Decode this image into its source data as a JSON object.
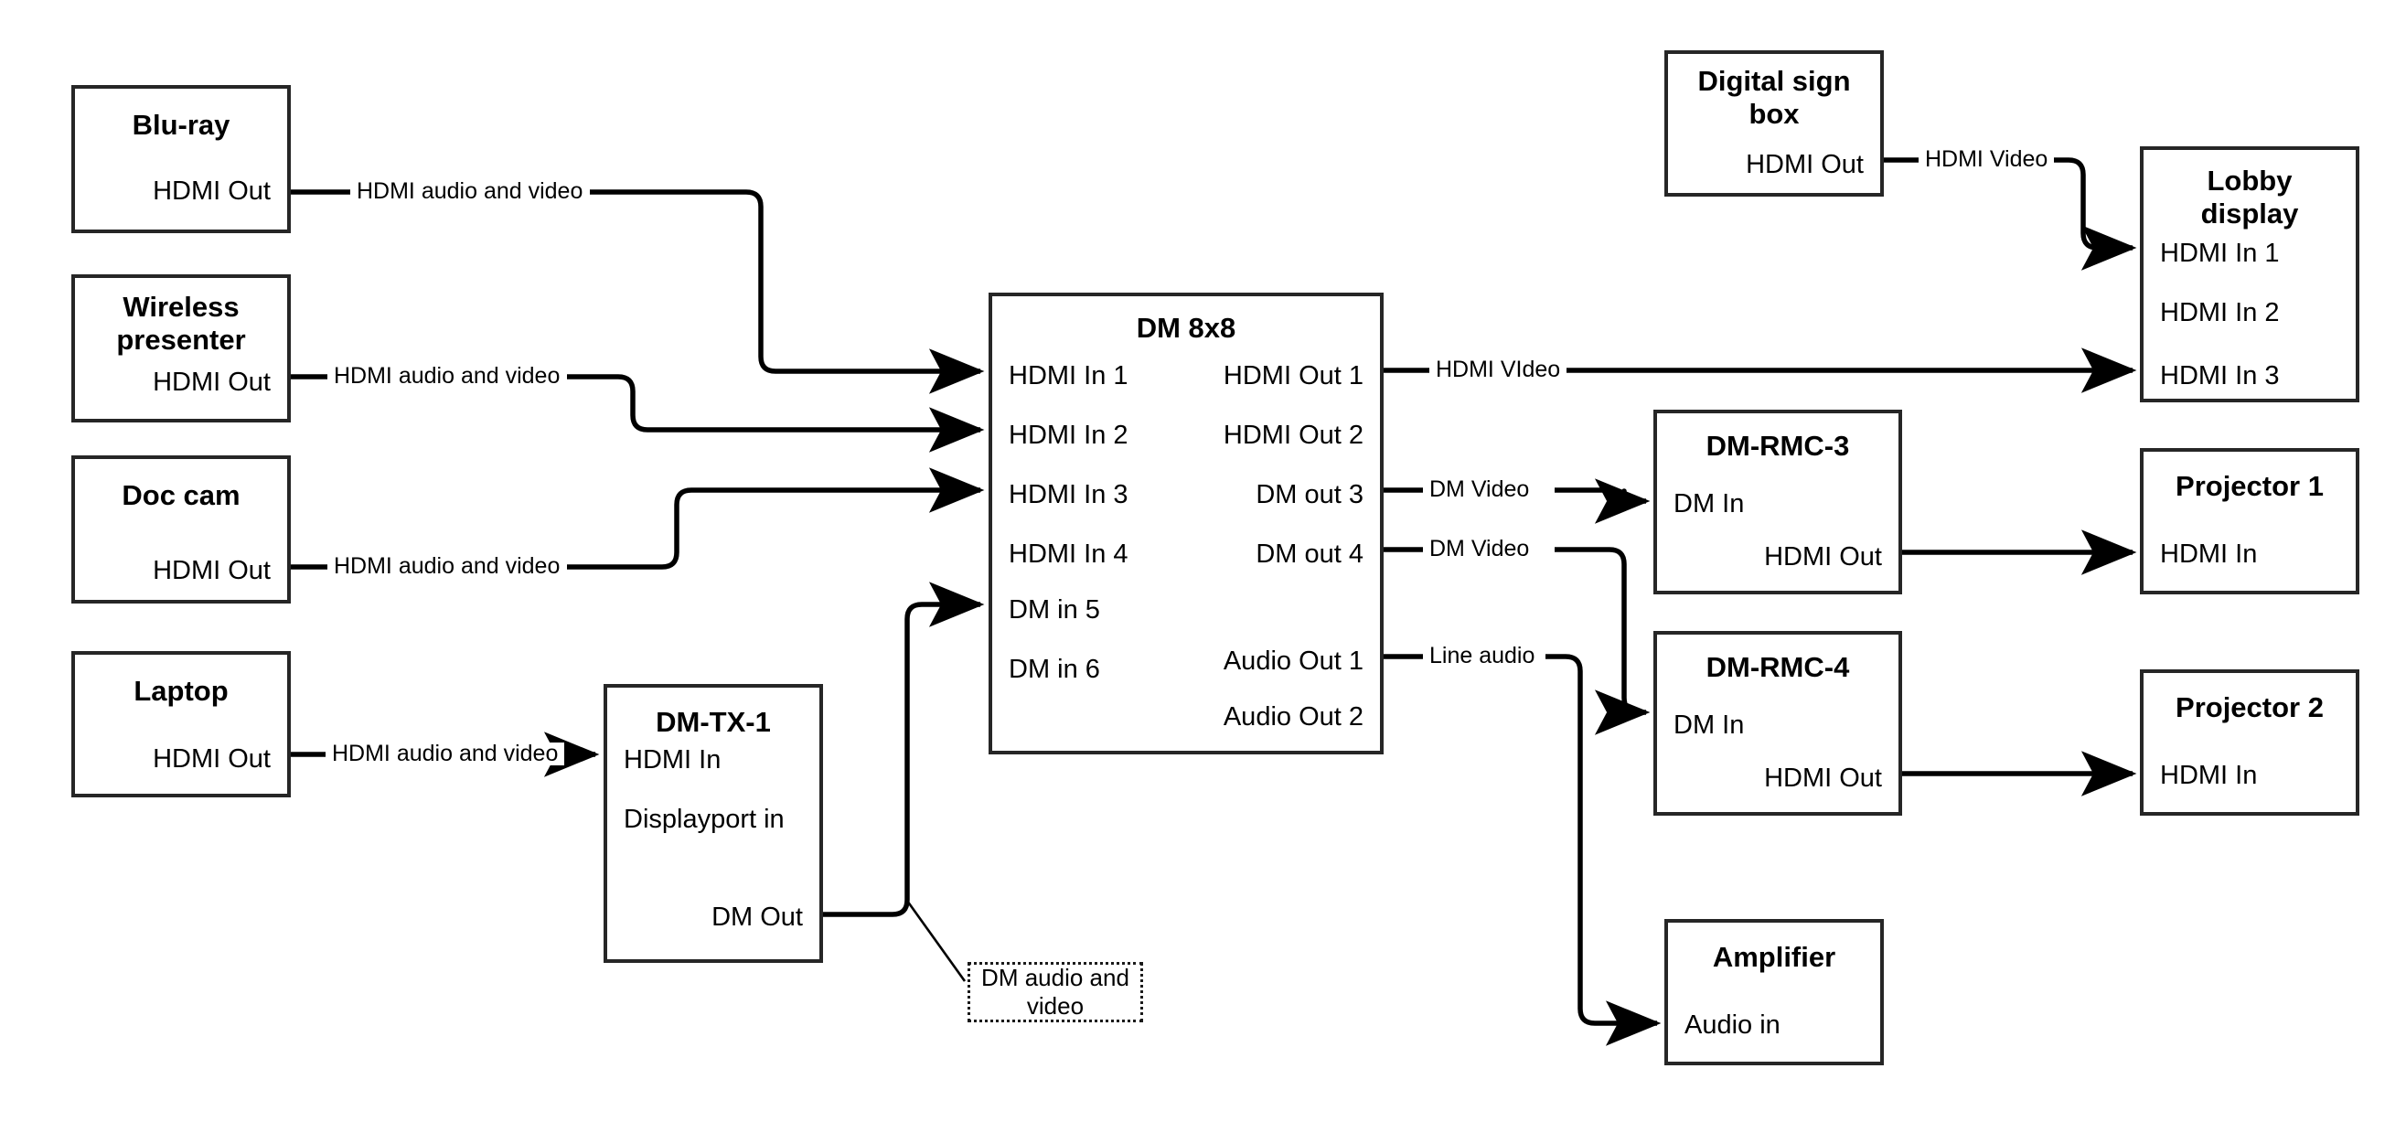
{
  "diagram": {
    "title": "AV signal flow diagram",
    "colors": {
      "stroke": "#262626",
      "wire": "#000000",
      "background": "#ffffff",
      "note_border": "#1a1a1a"
    },
    "nodes": [
      {
        "id": "bluray",
        "title": "Blu-ray",
        "ports": [
          {
            "label": "HDMI Out",
            "side": "right"
          }
        ]
      },
      {
        "id": "wireless",
        "title": "Wireless\npresenter",
        "ports": [
          {
            "label": "HDMI Out",
            "side": "right"
          }
        ]
      },
      {
        "id": "doccam",
        "title": "Doc cam",
        "ports": [
          {
            "label": "HDMI Out",
            "side": "right"
          }
        ]
      },
      {
        "id": "laptop",
        "title": "Laptop",
        "ports": [
          {
            "label": "HDMI Out",
            "side": "right"
          }
        ]
      },
      {
        "id": "dmtx1",
        "title": "DM-TX-1",
        "ports": [
          {
            "label": "HDMI In",
            "side": "left"
          },
          {
            "label": "Displayport in",
            "side": "left"
          },
          {
            "label": "DM Out",
            "side": "right"
          }
        ]
      },
      {
        "id": "dm8x8",
        "title": "DM 8x8",
        "inputs": [
          "HDMI In 1",
          "HDMI In 2",
          "HDMI In 3",
          "HDMI In 4",
          "DM in 5",
          "DM in 6"
        ],
        "outputs": [
          "HDMI Out 1",
          "HDMI Out 2",
          "DM out 3",
          "DM out 4",
          "Audio Out 1",
          "Audio Out 2"
        ]
      },
      {
        "id": "digitalsign",
        "title": "Digital sign\nbox",
        "ports": [
          {
            "label": "HDMI Out",
            "side": "right"
          }
        ]
      },
      {
        "id": "lobby",
        "title": "Lobby\ndisplay",
        "ports": [
          {
            "label": "HDMI In 1",
            "side": "left"
          },
          {
            "label": "HDMI In 2",
            "side": "left"
          },
          {
            "label": "HDMI In 3",
            "side": "left"
          }
        ]
      },
      {
        "id": "rmc3",
        "title": "DM-RMC-3",
        "ports": [
          {
            "label": "DM In",
            "side": "left"
          },
          {
            "label": "HDMI Out",
            "side": "right"
          }
        ]
      },
      {
        "id": "rmc4",
        "title": "DM-RMC-4",
        "ports": [
          {
            "label": "DM In",
            "side": "left"
          },
          {
            "label": "HDMI Out",
            "side": "right"
          }
        ]
      },
      {
        "id": "proj1",
        "title": "Projector 1",
        "ports": [
          {
            "label": "HDMI In",
            "side": "left"
          }
        ]
      },
      {
        "id": "proj2",
        "title": "Projector 2",
        "ports": [
          {
            "label": "HDMI In",
            "side": "left"
          }
        ]
      },
      {
        "id": "amp",
        "title": "Amplifier",
        "ports": [
          {
            "label": "Audio in",
            "side": "left"
          }
        ]
      }
    ],
    "node_titles": {
      "bluray": "Blu-ray",
      "wireless_line1": "Wireless",
      "wireless_line2": "presenter",
      "doccam": "Doc cam",
      "laptop": "Laptop",
      "dmtx1": "DM-TX-1",
      "dm8x8": "DM 8x8",
      "digitalsign_line1": "Digital sign",
      "digitalsign_line2": "box",
      "lobby_line1": "Lobby",
      "lobby_line2": "display",
      "rmc3": "DM-RMC-3",
      "rmc4": "DM-RMC-4",
      "proj1": "Projector 1",
      "proj2": "Projector 2",
      "amp": "Amplifier"
    },
    "port_labels": {
      "bluray_out": "HDMI Out",
      "wireless_out": "HDMI Out",
      "doccam_out": "HDMI Out",
      "laptop_out": "HDMI Out",
      "dmtx1_hdmi_in": "HDMI In",
      "dmtx1_dp_in": "Displayport in",
      "dmtx1_dm_out": "DM Out",
      "dm_in_1": "HDMI In 1",
      "dm_in_2": "HDMI In 2",
      "dm_in_3": "HDMI In 3",
      "dm_in_4": "HDMI In 4",
      "dm_in_5": "DM in 5",
      "dm_in_6": "DM in 6",
      "dm_out_1": "HDMI Out 1",
      "dm_out_2": "HDMI Out 2",
      "dm_out_3": "DM out 3",
      "dm_out_4": "DM out 4",
      "dm_audio_out_1": "Audio Out 1",
      "dm_audio_out_2": "Audio Out 2",
      "digitalsign_out": "HDMI Out",
      "lobby_in_1": "HDMI In 1",
      "lobby_in_2": "HDMI In 2",
      "lobby_in_3": "HDMI In 3",
      "rmc3_dm_in": "DM In",
      "rmc3_hdmi_out": "HDMI Out",
      "rmc4_dm_in": "DM In",
      "rmc4_hdmi_out": "HDMI Out",
      "proj1_in": "HDMI In",
      "proj2_in": "HDMI In",
      "amp_in": "Audio in"
    },
    "wire_labels": {
      "bluray_to_dm": "HDMI audio and video",
      "wireless_to_dm": "HDMI audio and video",
      "doccam_to_dm": "HDMI audio and video",
      "laptop_to_tx": "HDMI audio and video",
      "dm_out1_to_lobby": "HDMI VIdeo",
      "dm_out3_to_rmc3": "DM Video",
      "dm_out4_to_rmc4": "DM Video",
      "dm_audio1_to_amp": "Line audio",
      "digitalsign_to_lobby": "HDMI Video"
    },
    "annotation": {
      "dm_audio_video_line1": "DM audio and",
      "dm_audio_video_line2": "video"
    },
    "connections": [
      {
        "from": "Blu-ray HDMI Out",
        "to": "DM 8x8 HDMI In 1",
        "label": "HDMI audio and video"
      },
      {
        "from": "Wireless presenter HDMI Out",
        "to": "DM 8x8 HDMI In 2",
        "label": "HDMI audio and video"
      },
      {
        "from": "Doc cam HDMI Out",
        "to": "DM 8x8 HDMI In 3",
        "label": "HDMI audio and video"
      },
      {
        "from": "Laptop HDMI Out",
        "to": "DM-TX-1 HDMI In",
        "label": "HDMI audio and video"
      },
      {
        "from": "DM-TX-1 DM Out",
        "to": "DM 8x8 DM in 5",
        "label": "DM audio and video"
      },
      {
        "from": "DM 8x8 HDMI Out 1",
        "to": "Lobby display HDMI In 3",
        "label": "HDMI VIdeo"
      },
      {
        "from": "DM 8x8 DM out 3",
        "to": "DM-RMC-3 DM In",
        "label": "DM Video"
      },
      {
        "from": "DM 8x8 DM out 4",
        "to": "DM-RMC-4 DM In",
        "label": "DM Video"
      },
      {
        "from": "DM 8x8 Audio Out 1",
        "to": "Amplifier Audio in",
        "label": "Line audio"
      },
      {
        "from": "DM-RMC-3 HDMI Out",
        "to": "Projector 1 HDMI In",
        "label": ""
      },
      {
        "from": "DM-RMC-4 HDMI Out",
        "to": "Projector 2 HDMI In",
        "label": ""
      },
      {
        "from": "Digital sign box HDMI Out",
        "to": "Lobby display HDMI In 1",
        "label": "HDMI Video"
      }
    ]
  }
}
